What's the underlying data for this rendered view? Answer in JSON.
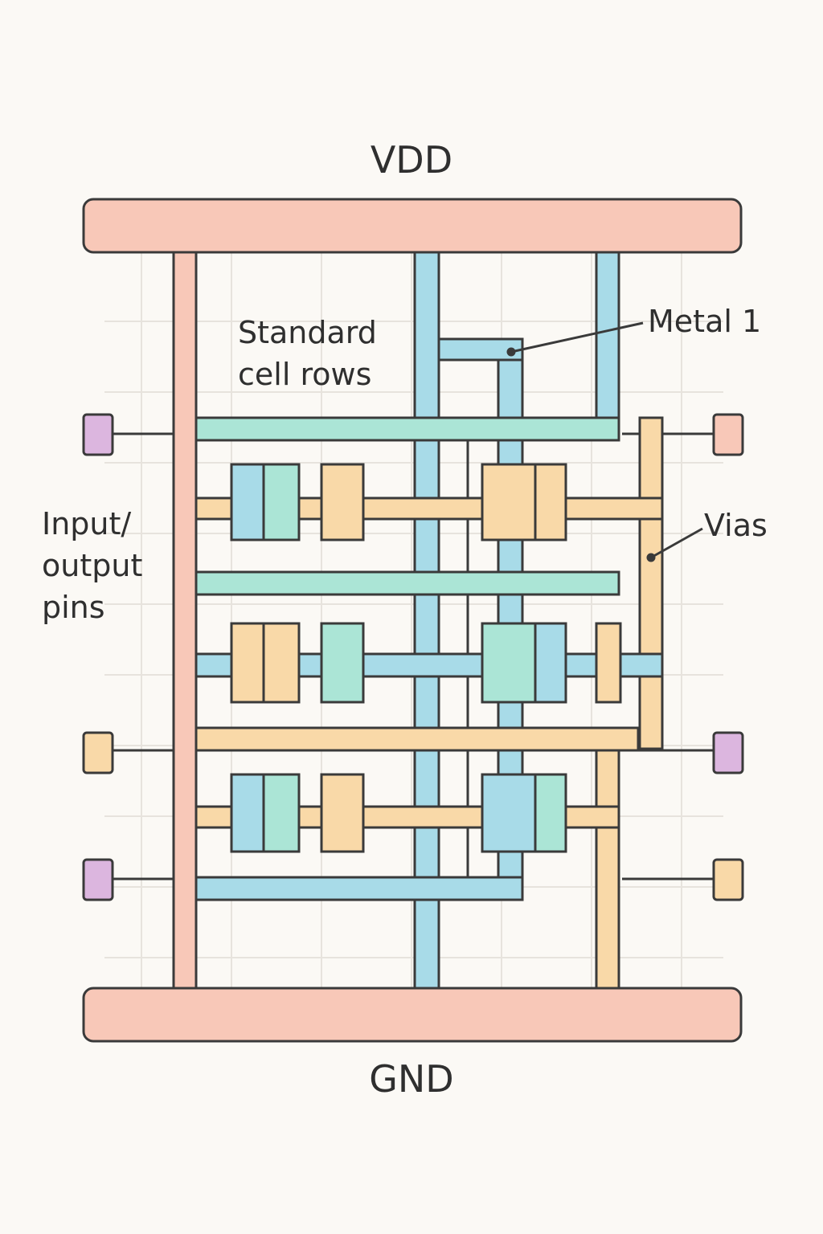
{
  "labels": {
    "vdd": "VDD",
    "gnd": "GND",
    "standard_cell_rows": [
      "Standard",
      "cell rows"
    ],
    "io_pins": [
      "Input/",
      "output",
      "pins"
    ],
    "metal1": "Metal 1",
    "vias": "Vias"
  },
  "colors": {
    "background": "#fbf9f5",
    "grid": "#e7e3dd",
    "outline": "#3a3a3a",
    "power_rail": "#f8c8b8",
    "blue_metal": "#a8dbe8",
    "green_metal": "#abe5d6",
    "orange_metal": "#f9d9a8",
    "purple_pin": "#dcb6df"
  }
}
